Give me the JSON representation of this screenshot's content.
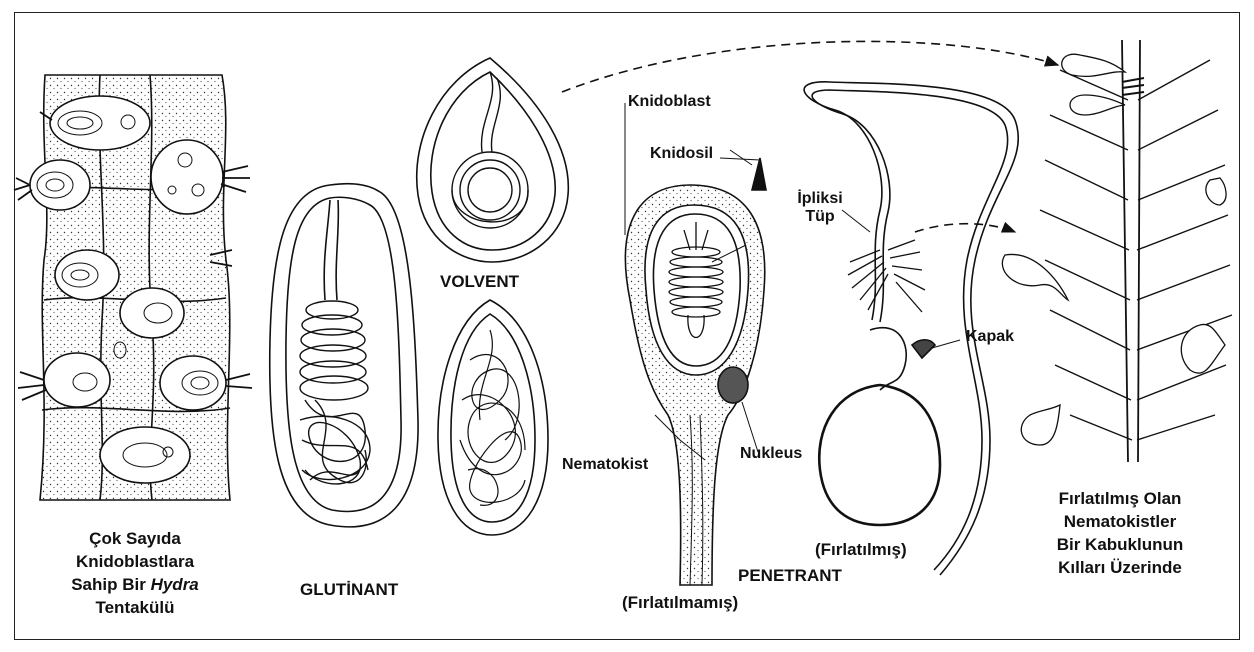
{
  "hydra_caption": {
    "line1": "Çok Sayıda",
    "line2": "Knidoblastlara",
    "line3_prefix": "Sahip Bir ",
    "line3_italic": "Hydra",
    "line4": "Tentakülü"
  },
  "types": {
    "volvent": "VOLVENT",
    "glutinant": "GLUTİNANT",
    "penetrant": "PENETRANT",
    "unfired": "(Fırlatılmamış)",
    "fired": "(Fırlatılmış)"
  },
  "parts": {
    "knidoblast": "Knidoblast",
    "knidosil": "Knidosil",
    "iplik_tup_line1": "İpliksi",
    "iplik_tup_line2": "Tüp",
    "kapak": "Kapak",
    "nematokist": "Nematokist",
    "nukleus": "Nukleus"
  },
  "shell_caption": {
    "line1": "Fırlatılmış Olan",
    "line2": "Nematokistler",
    "line3": "Bir Kabuklunun",
    "line4": "Kılları Üzerinde"
  }
}
